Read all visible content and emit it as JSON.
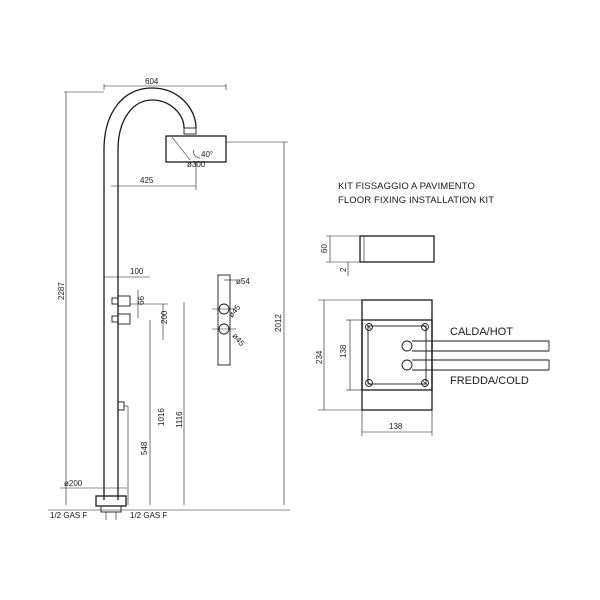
{
  "shower_column": {
    "arm_width": "604",
    "total_height": "2287",
    "head_height": "2012",
    "head_diameter": "ø300",
    "head_angle": "40°",
    "head_offset": "425",
    "mixer_width": "100",
    "mixer_spacing": "66",
    "mixer_gap": "200",
    "mixer_height_1": "1016",
    "mixer_height_2": "1116",
    "handshower_height": "548",
    "base_diameter": "ø200",
    "gas_label_left": "1/2 GAS F",
    "gas_label_right": "1/2 GAS F"
  },
  "mixer_detail": {
    "outer_diameter": "ø54",
    "hole_1": "ø45",
    "hole_2": "ø45"
  },
  "kit": {
    "title_it": "KIT FISSAGGIO A PAVIMENTO",
    "title_en": "FLOOR FIXING INSTALLATION KIT",
    "box_height": "60",
    "box_lip": "2",
    "outer_height": "234",
    "inner_height": "138",
    "width": "138",
    "hot_label": "CALDA/HOT",
    "cold_label": "FREDDA/COLD"
  }
}
